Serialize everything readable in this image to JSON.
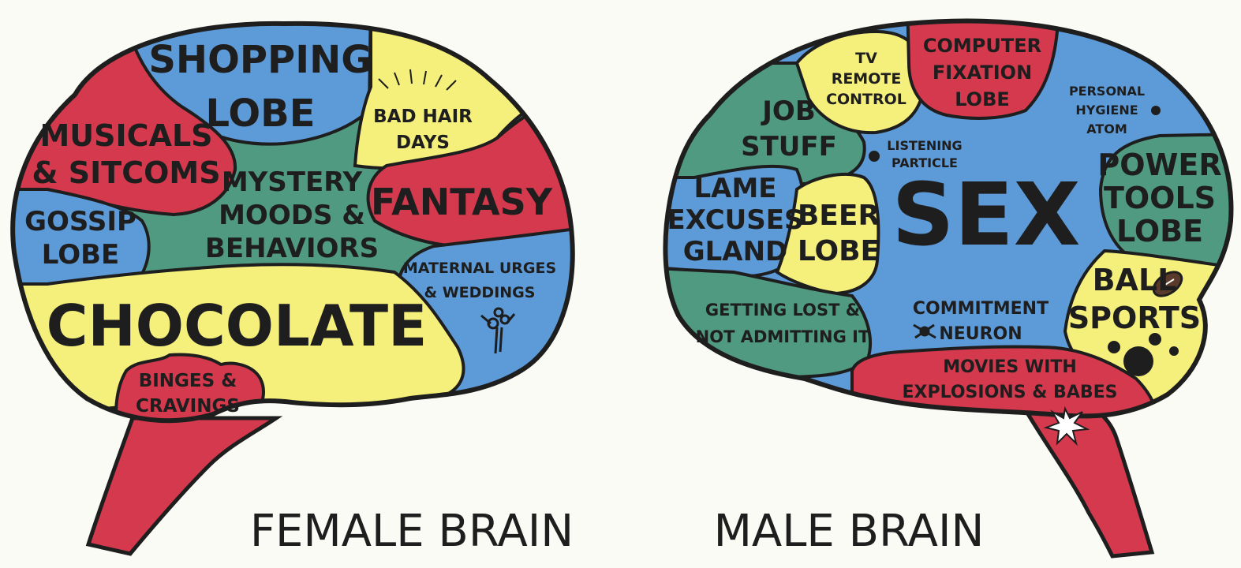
{
  "colors": {
    "red": "#d4394d",
    "blue": "#5c9ad8",
    "yellow": "#f5ef7c",
    "green": "#4f9a80",
    "outline": "#1e1e1e",
    "background": "#fbfbf6"
  },
  "female": {
    "caption": "FEMALE BRAIN",
    "regions": {
      "shopping": [
        "SHOPPING",
        "LOBE"
      ],
      "bad_hair": [
        "BAD HAIR",
        "DAYS"
      ],
      "musicals": [
        "MUSICALS",
        "& SITCOMS"
      ],
      "mystery": [
        "MYSTERY",
        "MOODS &",
        "BEHAVIORS"
      ],
      "fantasy": [
        "FANTASY"
      ],
      "gossip": [
        "GOSSIP",
        "LOBE"
      ],
      "maternal": [
        "MATERNAL URGES",
        "& WEDDINGS"
      ],
      "chocolate": [
        "CHOCOLATE"
      ],
      "binges": [
        "BINGES &",
        "CRAVINGS"
      ]
    }
  },
  "male": {
    "caption": "MALE BRAIN",
    "regions": {
      "tv": [
        "TV",
        "REMOTE",
        "CONTROL"
      ],
      "computer": [
        "COMPUTER",
        "FIXATION",
        "LOBE"
      ],
      "hygiene": [
        "PERSONAL",
        "HYGIENE",
        "ATOM"
      ],
      "job": [
        "JOB",
        "STUFF"
      ],
      "listening": [
        "LISTENING",
        "PARTICLE"
      ],
      "sex": [
        "SEX"
      ],
      "power_tools": [
        "POWER",
        "TOOLS",
        "LOBE"
      ],
      "lame": [
        "LAME",
        "EXCUSES",
        "GLAND"
      ],
      "beer": [
        "BEER",
        "LOBE"
      ],
      "ball": [
        "BALL",
        "SPORTS"
      ],
      "lost": [
        "GETTING LOST &",
        "NOT ADMITTING IT"
      ],
      "commitment": [
        "COMMITMENT",
        "NEURON"
      ],
      "movies": [
        "MOVIES WITH",
        "EXPLOSIONS & BABES"
      ]
    }
  }
}
